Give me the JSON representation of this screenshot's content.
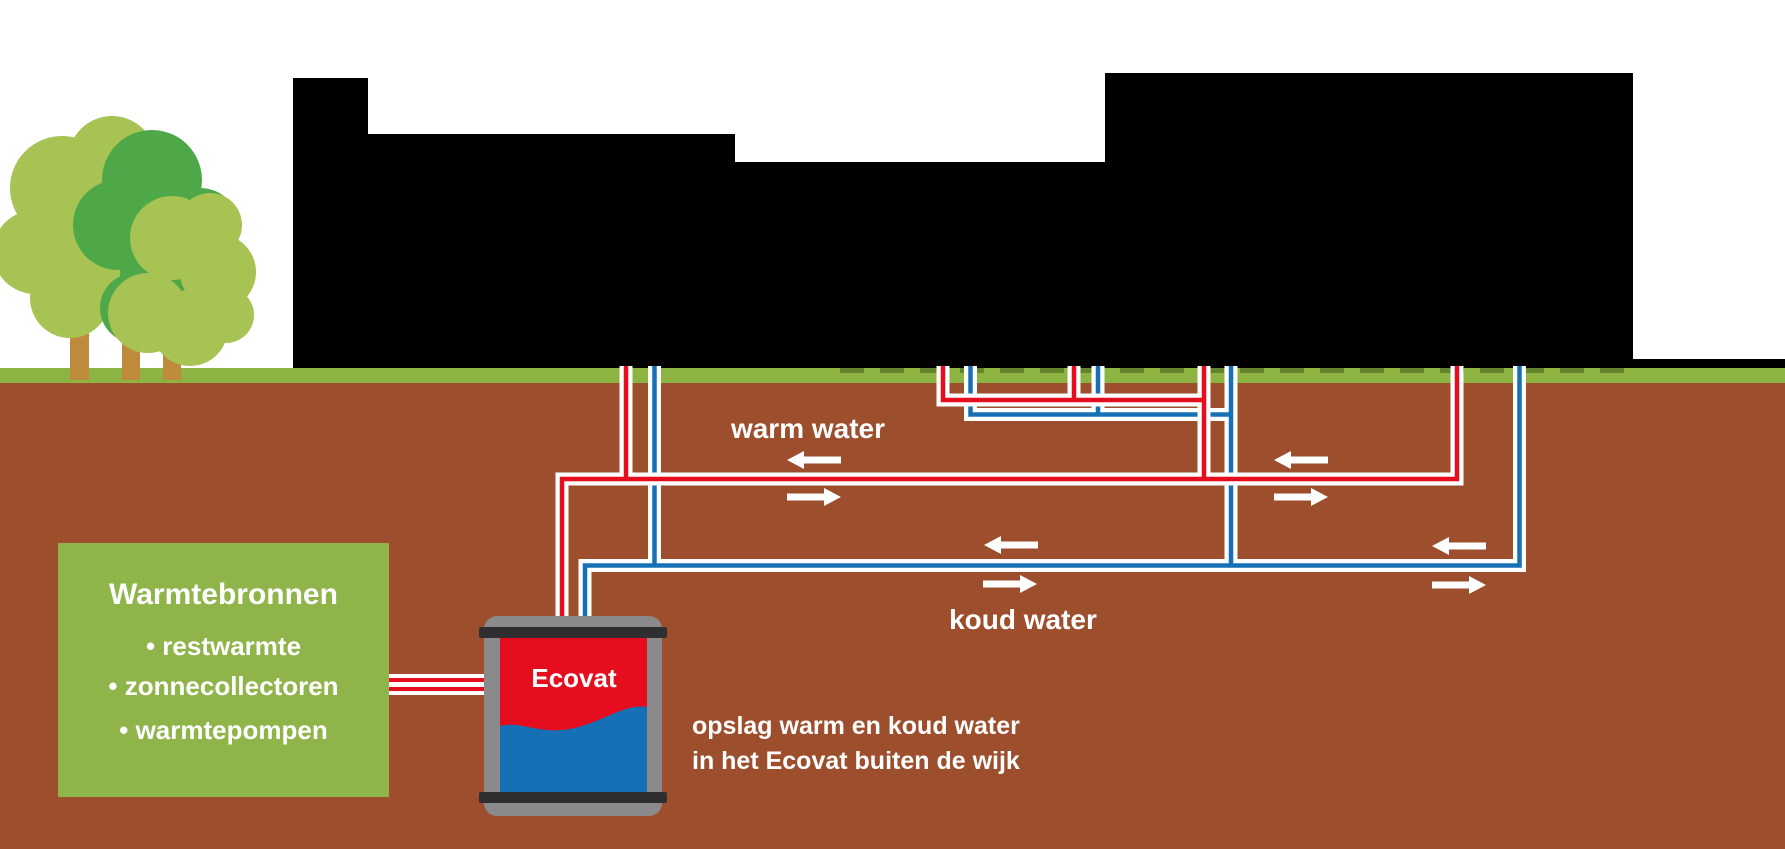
{
  "labels": {
    "warm_water": "warm water",
    "koud_water": "koud water",
    "storage_line1": "opslag warm en koud water",
    "storage_line2": "in het Ecovat buiten de wijk",
    "tank": "Ecovat"
  },
  "heat_sources_box": {
    "title": "Warmtebronnen",
    "items": [
      "• restwarmte",
      "• zonnecollectoren",
      "• warmtepompen"
    ]
  },
  "colors": {
    "red": "#e60d1e",
    "blue": "#1670b5",
    "soil": "#9c4e2d",
    "grass": "#8db442",
    "grass_dash": "#64832c",
    "box_green": "#8fb44a",
    "silhouette": "#000000",
    "tank_gray": "#8a8a8c",
    "band_dark": "#2f2f31",
    "tree_light": "#a6c353",
    "tree_green": "#4fa847",
    "trunk": "#c08a3d",
    "pipe_casing": "#ffffff",
    "label_text": "#ffffff"
  }
}
